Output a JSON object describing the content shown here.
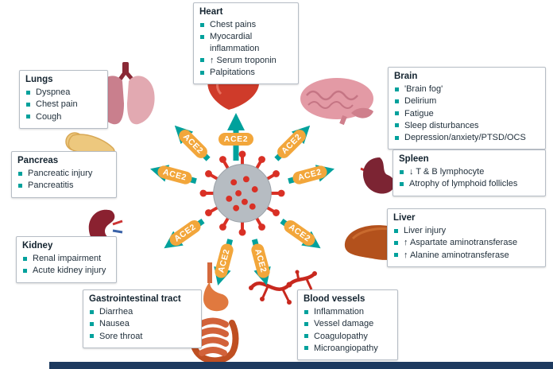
{
  "ace2_label": "ACE2",
  "colors": {
    "accent_teal": "#00a19c",
    "ace2_orange": "#f2a63b",
    "box_border": "#b6bdc5",
    "footer_navy": "#1d3a5f",
    "virus_body": "#b6bcc2",
    "virus_spike": "#d93025"
  },
  "icons": {
    "virus": "coronavirus-particle",
    "heart": "heart-organ",
    "lungs": "lungs-organ",
    "brain": "brain-organ",
    "pancreas": "pancreas-organ",
    "spleen": "spleen-organ",
    "kidney": "kidney-organ",
    "gastrointestinal": "stomach-and-intestines",
    "blood_vessels": "branching-blood-vessels"
  },
  "organs": {
    "heart": {
      "title": "Heart",
      "items": [
        "Chest pains",
        "Myocardial inflammation",
        "↑ Serum troponin",
        "Palpitations"
      ]
    },
    "lungs": {
      "title": "Lungs",
      "items": [
        "Dyspnea",
        "Chest pain",
        "Cough"
      ]
    },
    "brain": {
      "title": "Brain",
      "items": [
        "'Brain fog'",
        "Delirium",
        "Fatigue",
        "Sleep disturbances",
        "Depression/anxiety/PTSD/OCS"
      ]
    },
    "pancreas": {
      "title": "Pancreas",
      "items": [
        "Pancreatic injury",
        "Pancreatitis"
      ]
    },
    "spleen": {
      "title": "Spleen",
      "items": [
        "↓ T & B lymphocyte",
        "Atrophy of lymphoid follicles"
      ]
    },
    "kidney": {
      "title": "Kidney",
      "items": [
        "Renal impairment",
        "Acute kidney injury"
      ]
    },
    "liver": {
      "title": "Liver",
      "items": [
        "Liver injury",
        "↑ Aspartate aminotransferase",
        "↑ Alanine aminotransferase"
      ]
    },
    "gastrointestinal": {
      "title": "Gastrointestinal tract",
      "items": [
        "Diarrhea",
        "Nausea",
        "Sore throat"
      ]
    },
    "blood_vessels": {
      "title": "Blood vessels",
      "items": [
        "Inflammation",
        "Vessel damage",
        "Coagulopathy",
        "Microangiopathy"
      ]
    }
  }
}
